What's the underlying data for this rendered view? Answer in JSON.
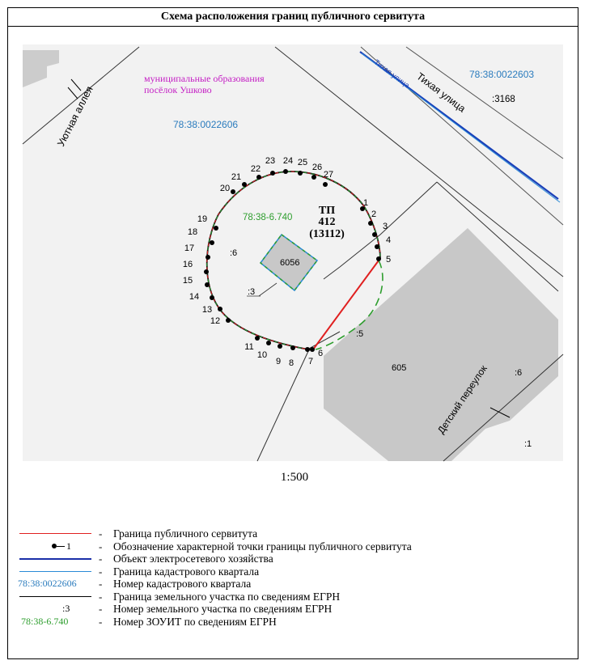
{
  "title": "Схема расположения границ публичного сервитута",
  "map": {
    "street_labels": {
      "left_alley": "Уютная аллея",
      "tikhaya_main": "Тихая улица",
      "tikhaya_small": "Тихая улица",
      "detsky": "Детский переулок"
    },
    "municipal_line1": "муниципальные образования",
    "municipal_line2": "посёлок Ушково",
    "quarter_top_right": "78:38:0022603",
    "quarter_left": "78:38:0022606",
    "parcel_3168": ":3168",
    "zouit_number": "78:38-6.740",
    "tp_line1": "ТП",
    "tp_line2": "412",
    "tp_line3": "(13112)",
    "building_6056": "6056",
    "building_605": "605",
    "parcel_6": ":6",
    "parcel_3": ":3",
    "parcel_5": ":5",
    "parcel_6_right": ":6",
    "parcel_1": ":1",
    "point_numbers": [
      "1",
      "2",
      "3",
      "4",
      "5",
      "6",
      "7",
      "8",
      "9",
      "10",
      "11",
      "12",
      "13",
      "14",
      "15",
      "16",
      "17",
      "18",
      "19",
      "20",
      "21",
      "22",
      "23",
      "24",
      "25",
      "26",
      "27"
    ]
  },
  "scale": "1:500",
  "legend": [
    {
      "symbol": "red-line",
      "text": "Граница публичного сервитута"
    },
    {
      "symbol": "point",
      "symbol_text": "1",
      "text": "Обозначение характерной точки границы публичного сервитута"
    },
    {
      "symbol": "navy-line",
      "text": "Объект электросетевого хозяйства"
    },
    {
      "symbol": "blue-line",
      "text": "Граница кадастрового квартала"
    },
    {
      "symbol": "code",
      "symbol_text": "78:38:0022606",
      "text": "Номер кадастрового квартала"
    },
    {
      "symbol": "black-line",
      "text": "Граница земельного участка по сведениям ЕГРН"
    },
    {
      "symbol": "code",
      "symbol_text": ":3",
      "text": "Номер земельного участка по сведениям ЕГРН"
    },
    {
      "symbol": "code",
      "symbol_text": "78:38-6.740",
      "text": "Номер ЗОУИТ по сведениям ЕГРН"
    }
  ],
  "legend_dash": "-",
  "colors": {
    "easement": "#e02020",
    "zouit": "#2e9e2e",
    "quarter": "#2a8ad6",
    "power": "#1a2ea8",
    "municipal": "#c41ec4",
    "quarter_text": "#2a7bbd",
    "building": "#c8c8c8"
  }
}
